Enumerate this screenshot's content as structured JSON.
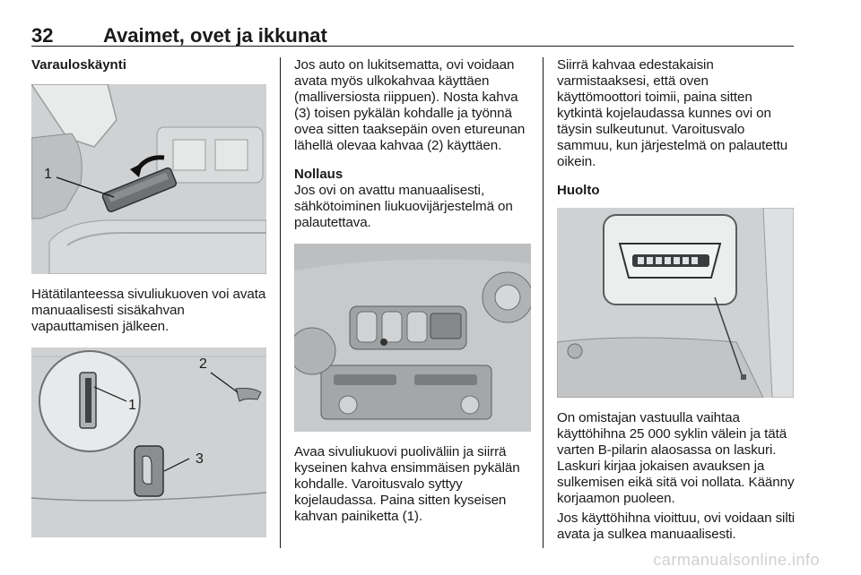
{
  "header": {
    "page_number": "32",
    "title": "Avaimet, ovet ja ikkunat"
  },
  "col1": {
    "heading": "Varauloskäynti",
    "figure1_callout": "1",
    "text1": "Hätätilanteessa sivuliukuoven voi avata manuaalisesti sisäkahvan vapauttamisen jälkeen.",
    "figure2_callouts": [
      "2",
      "1",
      "3"
    ]
  },
  "col2": {
    "text1": "Jos auto on lukitsematta, ovi voidaan avata myös ulkokahvaa käyttäen (malliversiosta riippuen). Nosta kahva (3) toisen pykälän kohdalle ja työnnä ovea sitten taaksepäin oven etureunan lähellä olevaa kahvaa (2) käyttäen.",
    "heading": "Nollaus",
    "text2": "Jos ovi on avattu manuaalisesti, sähkötoiminen liukuovijärjestelmä on palautettava.",
    "text3": "Avaa sivuliukuovi puoliväliin ja siirrä kyseinen kahva ensimmäisen pykälän kohdalle. Varoitusvalo syttyy kojelaudassa. Paina sitten kyseisen kahvan painiketta (1)."
  },
  "col3": {
    "text1": "Siirrä kahvaa edestakaisin varmistaaksesi, että oven käyttömoottori toimii, paina sitten kytkintä kojelaudassa kunnes ovi on täysin sulkeutunut. Varoitusvalo sammuu, kun järjestelmä on palautettu oikein.",
    "heading": "Huolto",
    "text2": "On omistajan vastuulla vaihtaa käyttöhihna 25 000 syklin välein ja tätä varten B-pilarin alaosassa on laskuri. Laskuri kirjaa jokaisen avauksen ja sulkemisen eikä sitä voi nollata. Käänny korjaamon puoleen.",
    "text3": "Jos käyttöhihna vioittuu, ovi voidaan silti avata ja sulkea manuaalisesti."
  },
  "watermark": "carmanualsonline.info"
}
